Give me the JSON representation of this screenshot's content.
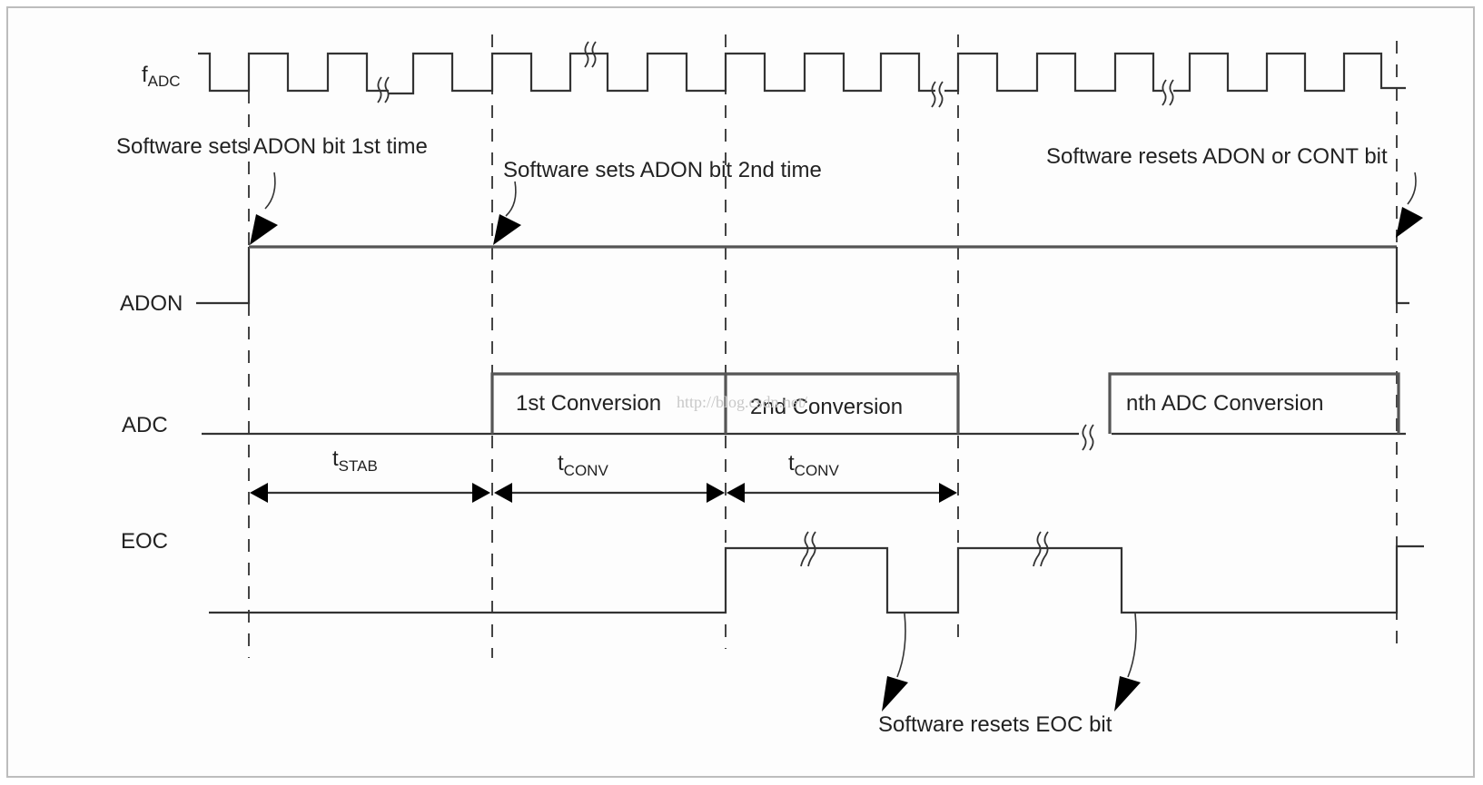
{
  "diagram": {
    "type": "timing-diagram",
    "signals": {
      "fadc": {
        "label_main": "f",
        "label_sub": "ADC"
      },
      "adon": {
        "label": "ADON"
      },
      "adc": {
        "label": "ADC"
      },
      "eoc": {
        "label": "EOC"
      }
    },
    "conversions": [
      {
        "label": "1st Conversion"
      },
      {
        "label": "2nd Conversion"
      },
      {
        "label": "nth ADC Conversion"
      }
    ],
    "intervals": [
      {
        "main": "t",
        "sub": "STAB"
      },
      {
        "main": "t",
        "sub": "CONV"
      },
      {
        "main": "t",
        "sub": "CONV"
      }
    ],
    "annotations": {
      "adon_first": "Software sets ADON bit 1st time",
      "adon_second": "Software sets ADON bit 2nd time",
      "adon_reset": "Software resets ADON or CONT bit",
      "eoc_reset": "Software resets EOC bit"
    },
    "watermark": "http://blog.csdn.net/"
  }
}
